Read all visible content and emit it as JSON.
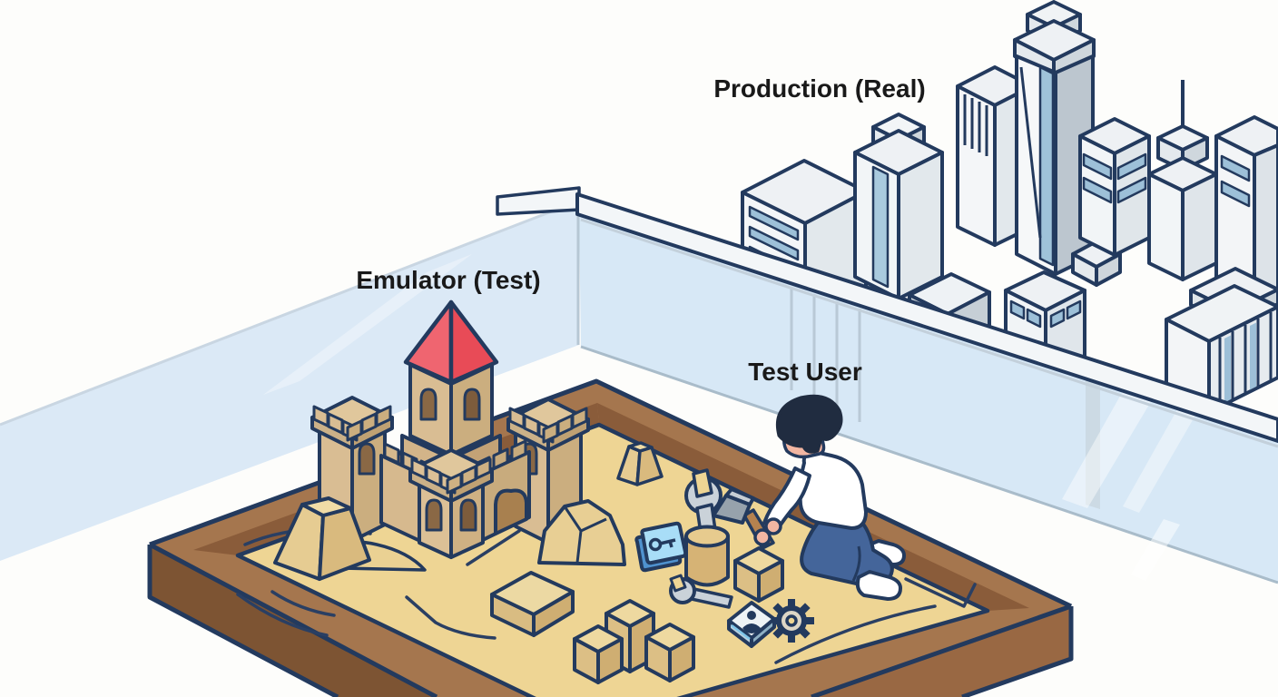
{
  "illustration": {
    "concept": "sandbox-testing-metaphor",
    "labels": {
      "production": "Production (Real)",
      "emulator": "Emulator (Test)",
      "test_user": "Test User"
    },
    "colors": {
      "outline_navy": "#233a5e",
      "label_text": "#191919",
      "glass_blue": "#dbe9f6",
      "rail_white": "#f3f6f8",
      "sand": "#eed594",
      "frame_top_brown": "#a5764e",
      "frame_inner_brown": "#8a5c3a",
      "frame_front_left": "#7d5433",
      "frame_front_right": "#996843",
      "castle_wall_light": "#dcc199",
      "castle_wall_shadow": "#c8ab7d",
      "roof_red_left": "#ef6570",
      "roof_red_right": "#e84b57",
      "building_white": "#f3f5f7",
      "building_gray": "#bcc6cf",
      "building_window_blue": "#9dc0d8",
      "metal_gray": "#cad2d9",
      "hammer_handle_brown": "#b5824f",
      "keycard_blue": "#a8ddf7",
      "keycard_side_blue": "#4f92cf",
      "skin": "#f2b6a2",
      "hair_navy": "#202c40",
      "shirt_white": "#ffffff",
      "pants_blue": "#44659a"
    },
    "scene_objects": [
      "city-skyline",
      "glass-barrier",
      "sandbox",
      "sand-castle",
      "sand-mounds",
      "sand-blocks",
      "standing-wrench",
      "flat-wrench",
      "hammer",
      "keycard",
      "gear",
      "user-badge-tile",
      "test-user-figure"
    ]
  }
}
